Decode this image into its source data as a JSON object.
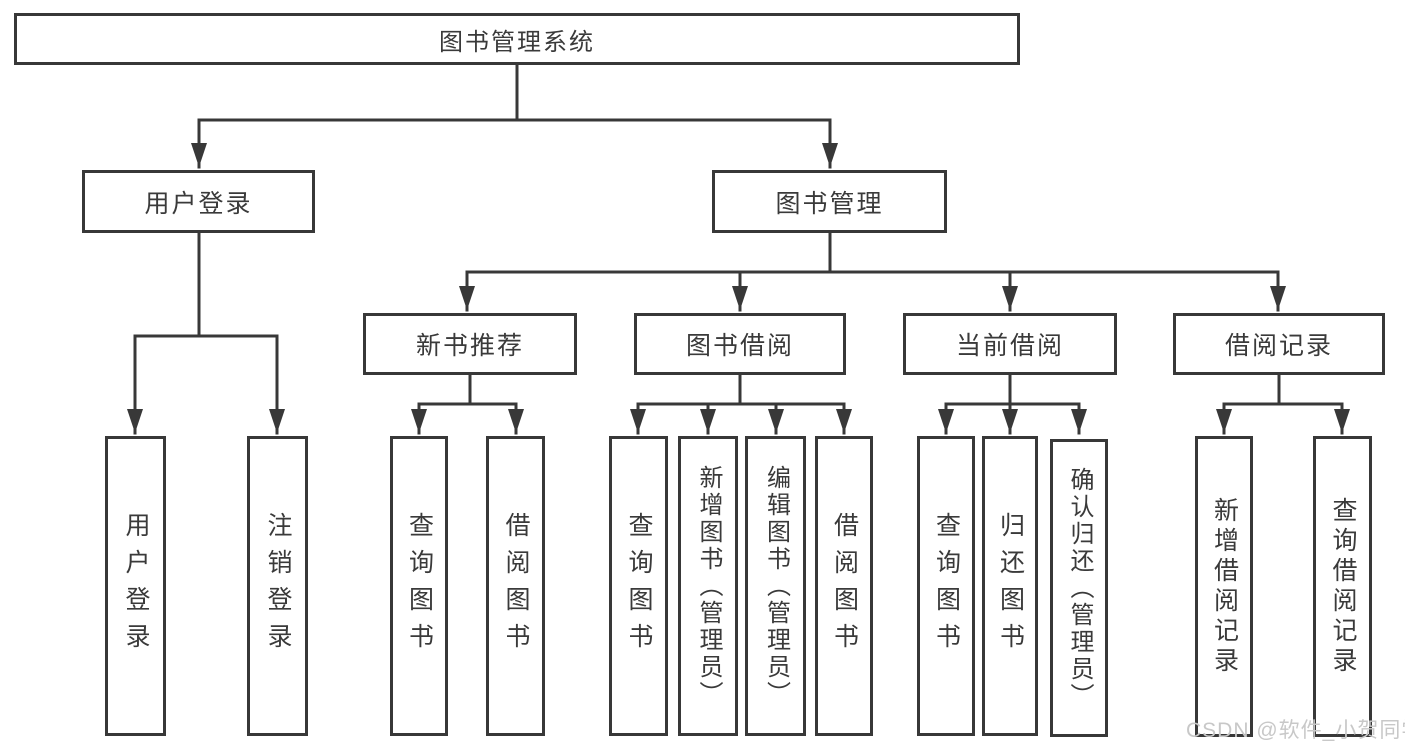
{
  "diagram": {
    "tree": {
      "label": "图书管理系统",
      "children": [
        {
          "label": "用户登录",
          "children": [
            {
              "label": "用户登录"
            },
            {
              "label": "注销登录"
            }
          ]
        },
        {
          "label": "图书管理",
          "children": [
            {
              "label": "新书推荐",
              "children": [
                {
                  "label": "查询图书"
                },
                {
                  "label": "借阅图书"
                }
              ]
            },
            {
              "label": "图书借阅",
              "children": [
                {
                  "label": "查询图书"
                },
                {
                  "label": "新增图书（管理员）"
                },
                {
                  "label": "编辑图书（管理员）"
                },
                {
                  "label": "借阅图书"
                }
              ]
            },
            {
              "label": "当前借阅",
              "children": [
                {
                  "label": "查询图书"
                },
                {
                  "label": "归还图书"
                },
                {
                  "label": "确认归还（管理员）"
                }
              ]
            },
            {
              "label": "借阅记录",
              "children": [
                {
                  "label": "新增借阅记录"
                },
                {
                  "label": "查询借阅记录"
                }
              ]
            }
          ]
        }
      ]
    },
    "colors": {
      "line": "#383838",
      "text": "#3a3a3a",
      "background": "#ffffff",
      "watermark": "#c8c8c8"
    }
  },
  "watermark": {
    "text": "CSDN @软件_小贺同学"
  }
}
